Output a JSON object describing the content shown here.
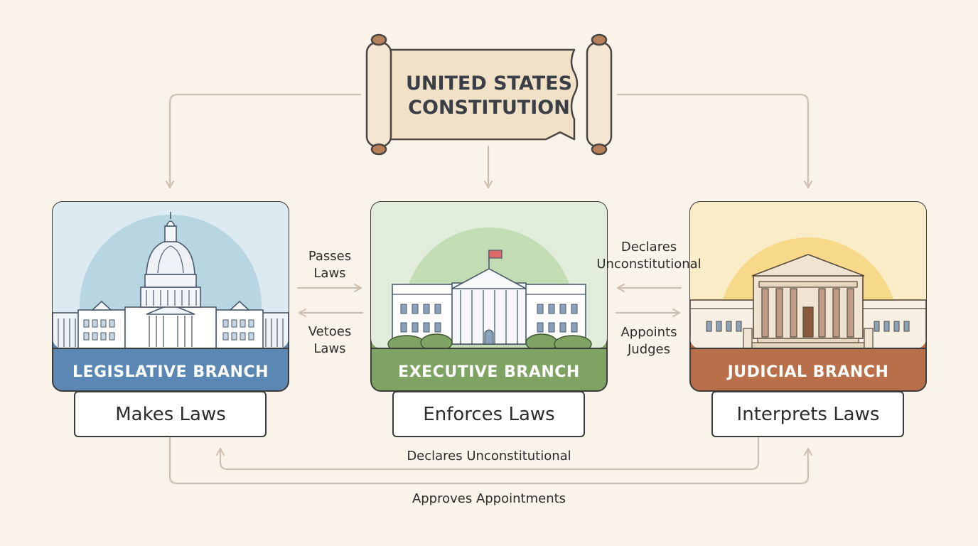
{
  "constitution": {
    "line1": "UNITED STATES",
    "line2": "CONSTITUTION"
  },
  "branches": [
    {
      "id": "legislative",
      "name": "LEGISLATIVE BRANCH",
      "duty": "Makes Laws",
      "banner_color": "#5b87b4",
      "sky_color": "#dceaf1"
    },
    {
      "id": "executive",
      "name": "EXECUTIVE BRANCH",
      "duty": "Enforces Laws",
      "banner_color": "#7ea362",
      "sky_color": "#e2eedb"
    },
    {
      "id": "judicial",
      "name": "JUDICIAL BRANCH",
      "duty": "Interprets Laws",
      "banner_color": "#b9704a",
      "sky_color": "#fbecc8"
    }
  ],
  "relations": {
    "passes_laws": [
      "Passes",
      "Laws"
    ],
    "vetoes_laws": [
      "Vetoes",
      "Laws"
    ],
    "declares_unconstitutional_exec": [
      "Declares",
      "Unconstitutional"
    ],
    "appoints_judges": [
      "Appoints",
      "Judges"
    ],
    "declares_unconstitutional_leg": "Declares Unconstitutional",
    "approves_appointments": "Approves Appointments"
  }
}
